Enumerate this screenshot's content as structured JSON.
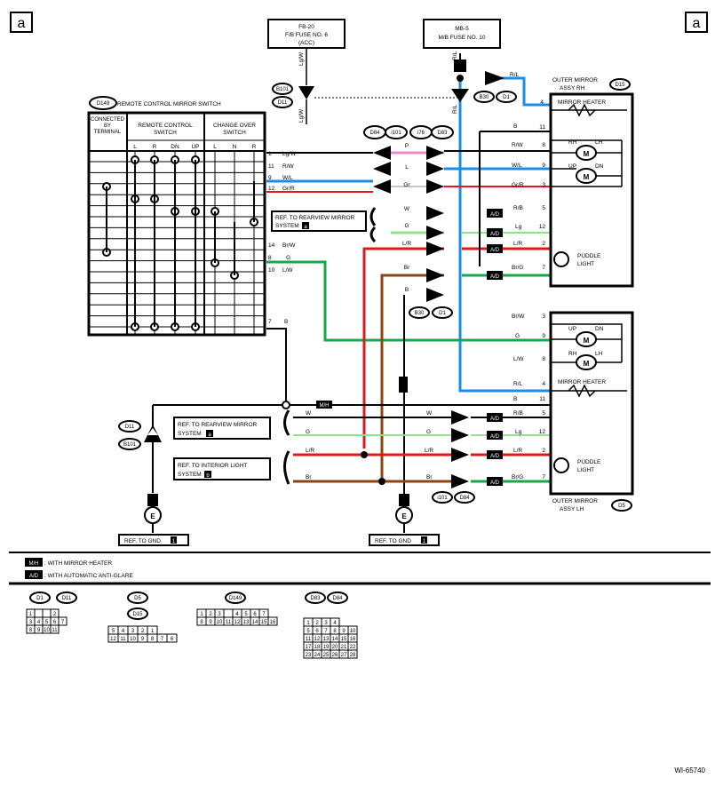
{
  "page_marks": {
    "left": "a",
    "right": "a"
  },
  "fuses": {
    "fb20": {
      "line1": "FB-20",
      "line2": "F/B FUSE NO. 6",
      "line3": "(ACC)",
      "wire": "Lg/W"
    },
    "mb5": {
      "line1": "MB-5",
      "line2": "M/B FUSE NO. 10",
      "wire": "R/L"
    }
  },
  "switch": {
    "badge": "D149",
    "title": "REMOTE CONTROL MIRROR SWITCH",
    "col_connected": "CONNECTED BY TERMINAL",
    "col_remote": "REMOTE CONTROL SWITCH",
    "col_change": "CHANGE OVER SWITCH",
    "remote_positions": [
      "L",
      "R",
      "DN",
      "UP"
    ],
    "change_positions": [
      "L",
      "N",
      "R"
    ],
    "pins": [
      {
        "no": "1",
        "wire": "Lg/W"
      },
      {
        "no": "11",
        "wire": "R/W"
      },
      {
        "no": "9",
        "wire": "W/L"
      },
      {
        "no": "12",
        "wire": "Gr/R"
      },
      {
        "no": "14",
        "wire": "Br/W"
      },
      {
        "no": "8",
        "wire": "G"
      },
      {
        "no": "10",
        "wire": "L/W"
      },
      {
        "no": "7",
        "wire": "B"
      }
    ]
  },
  "connectors_top": [
    "B101",
    "D11"
  ],
  "connectors_mid": [
    "D84",
    "i101",
    "i76",
    "D83"
  ],
  "connectors_b30": [
    "B30",
    "D1"
  ],
  "connectors_b30_low": [
    "B30",
    "D1"
  ],
  "connectors_gnd_left": [
    "D11",
    "B101"
  ],
  "connectors_bottom": [
    "i101",
    "D84"
  ],
  "refs": {
    "rear_top": {
      "line1": "REF. TO REARVIEW MIRROR",
      "line2": "SYSTEM",
      "mark": "a"
    },
    "rear_bottom": {
      "line1": "REF. TO REARVIEW MIRROR",
      "line2": "SYSTEM",
      "mark": "a"
    },
    "interior": {
      "line1": "REF. TO INTERIOR LIGHT",
      "line2": "SYSTEM",
      "mark": "b"
    },
    "gnd_left": {
      "text": "REF. TO GND",
      "mark": "1"
    },
    "gnd_right": {
      "text": "REF. TO GND",
      "mark": "1"
    }
  },
  "center_wires": [
    "P",
    "L",
    "Gr",
    "W",
    "G",
    "L/R",
    "Br",
    "B"
  ],
  "center_wires_lower": [
    "W",
    "G",
    "L/R",
    "Br"
  ],
  "mirror_rh": {
    "title_line1": "OUTER MIRROR",
    "title_line2": "ASSY RH",
    "badge": "D15",
    "heater": "MIRROR HEATER",
    "puddle_line1": "PUDDLE",
    "puddle_line2": "LIGHT",
    "motor_labels": [
      "RH",
      "LH",
      "UP",
      "DN"
    ],
    "motor_letter": "M",
    "pins": [
      {
        "wire": "R/L",
        "no": "4"
      },
      {
        "wire": "B",
        "no": "11"
      },
      {
        "wire": "R/W",
        "no": "8"
      },
      {
        "wire": "W/L",
        "no": "9"
      },
      {
        "wire": "Gr/R",
        "no": "3"
      },
      {
        "wire": "R/B",
        "no": "5"
      },
      {
        "wire": "Lg",
        "no": "12"
      },
      {
        "wire": "L/R",
        "no": "2"
      },
      {
        "wire": "Br/G",
        "no": "7"
      }
    ]
  },
  "mirror_lh": {
    "title_line1": "OUTER MIRROR",
    "title_line2": "ASSY LH",
    "badge": "D5",
    "heater": "MIRROR HEATER",
    "puddle_line1": "PUDDLE",
    "puddle_line2": "LIGHT",
    "motor_labels": [
      "UP",
      "DN",
      "RH",
      "LH"
    ],
    "motor_letter": "M",
    "pins": [
      {
        "wire": "Br/W",
        "no": "3"
      },
      {
        "wire": "G",
        "no": "9"
      },
      {
        "wire": "L/W",
        "no": "8"
      },
      {
        "wire": "R/L",
        "no": "4"
      },
      {
        "wire": "B",
        "no": "11"
      },
      {
        "wire": "R/B",
        "no": "5"
      },
      {
        "wire": "Lg",
        "no": "12"
      },
      {
        "wire": "L/R",
        "no": "2"
      },
      {
        "wire": "Br/G",
        "no": "7"
      }
    ]
  },
  "lower_left_wires": [
    "W",
    "G",
    "L/R",
    "Br"
  ],
  "legend": {
    "mh_mark": "M/H",
    "mh_text": ": WITH MIRROR HEATER",
    "ad_mark": "A/D",
    "ad_text": ": WITH AUTOMATIC ANTI-GLARE"
  },
  "connector_views": {
    "d1_d11": {
      "labels": [
        "D1",
        "D11"
      ],
      "rows": [
        [
          "1",
          "",
          "",
          "2"
        ],
        [
          "3",
          "4",
          "5",
          "6",
          "7"
        ],
        [
          "8",
          "9",
          "10",
          "11"
        ]
      ]
    },
    "d5_d15": {
      "labels": [
        "D5",
        "D15"
      ],
      "rows": [
        [
          "5",
          "4",
          "3",
          "2",
          "1"
        ],
        [
          "12",
          "11",
          "10",
          "9",
          "8",
          "7",
          "6"
        ]
      ]
    },
    "d149": {
      "labels": [
        "D149"
      ],
      "rows": [
        [
          "1",
          "2",
          "3",
          "",
          "4",
          "5",
          "6",
          "7"
        ],
        [
          "8",
          "9",
          "10",
          "11",
          "12",
          "13",
          "14",
          "15",
          "16"
        ]
      ]
    },
    "d83_d84": {
      "labels": [
        "D83",
        "D84"
      ],
      "rows": [
        [
          "1",
          "2",
          "3",
          "4"
        ],
        [
          "5",
          "6",
          "7",
          "8",
          "9",
          "10"
        ],
        [
          "11",
          "12",
          "13",
          "14",
          "15",
          "16"
        ],
        [
          "17",
          "18",
          "19",
          "20",
          "21",
          "22"
        ],
        [
          "23",
          "24",
          "25",
          "26",
          "27",
          "28"
        ]
      ]
    }
  },
  "figure_id": "WI-65740",
  "wire_colors": {
    "blue": "#1a8ee6",
    "red": "#e01a1a",
    "green": "#1aa64a",
    "brown": "#8b4513",
    "pink": "#ee88cc",
    "lightgreen": "#8fe38f",
    "gray": "#c8c8c8"
  }
}
